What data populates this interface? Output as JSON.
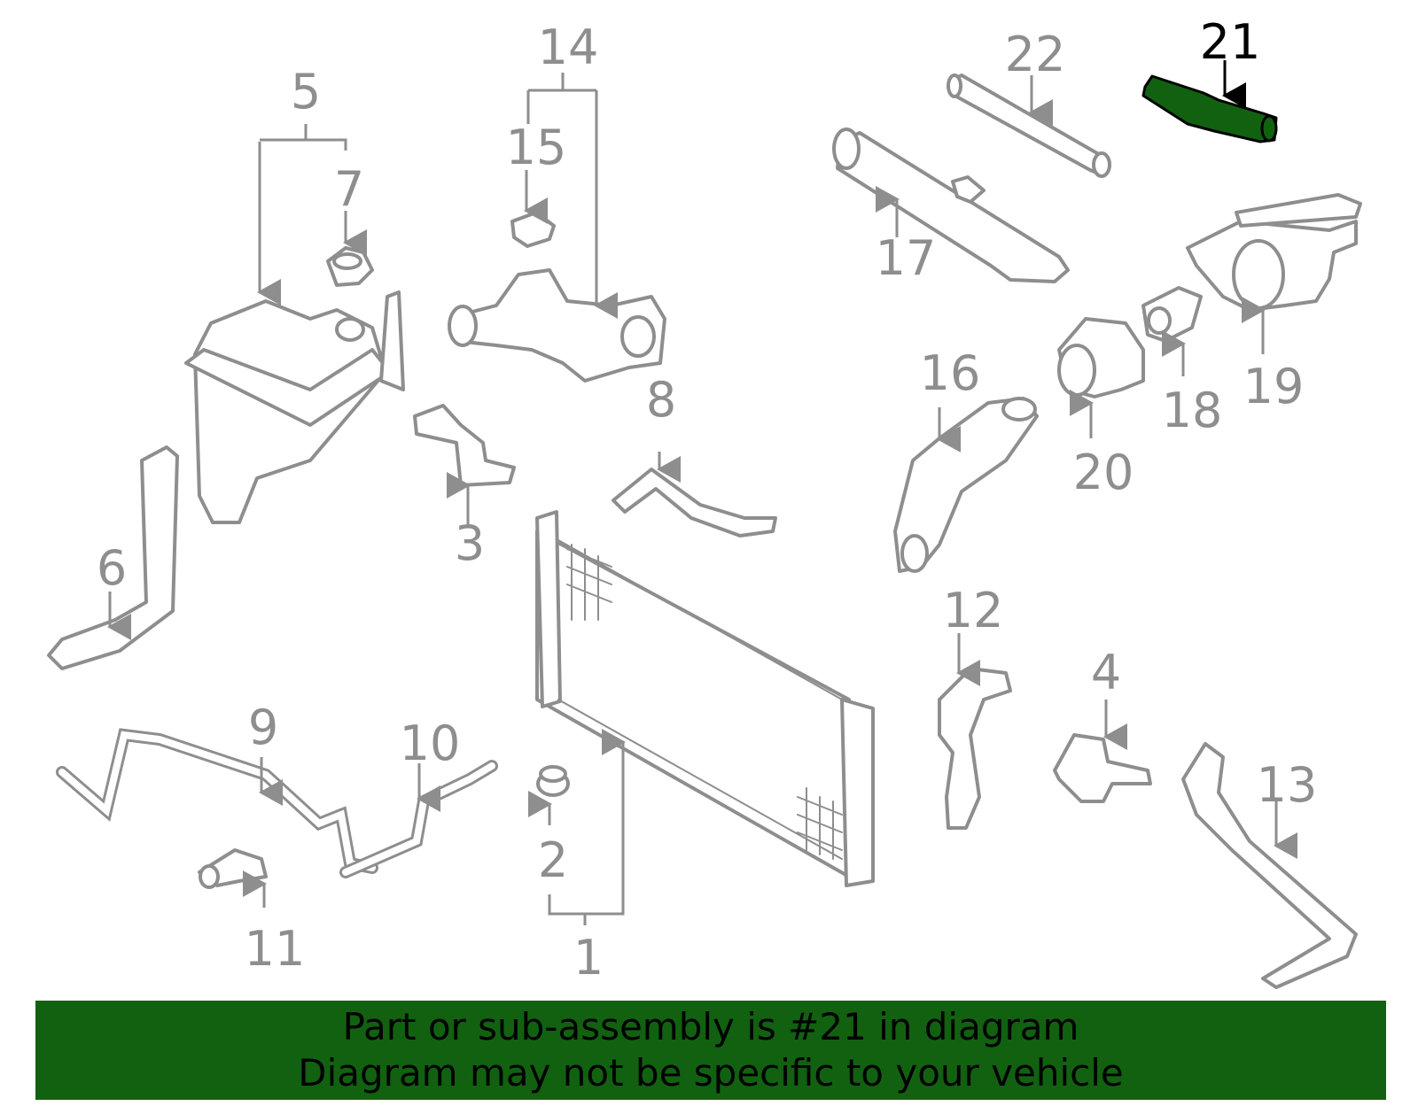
{
  "diagram": {
    "highlighted_callout": "21",
    "highlight_color": "#116111",
    "line_color": "#8e8e8e",
    "callouts": [
      "1",
      "2",
      "3",
      "4",
      "5",
      "6",
      "7",
      "8",
      "9",
      "10",
      "11",
      "12",
      "13",
      "14",
      "15",
      "16",
      "17",
      "18",
      "19",
      "20",
      "21",
      "22"
    ]
  },
  "banner": {
    "line1": "Part or sub-assembly is #21 in diagram",
    "line2": "Diagram may not be specific to your vehicle",
    "background": "#116111"
  }
}
